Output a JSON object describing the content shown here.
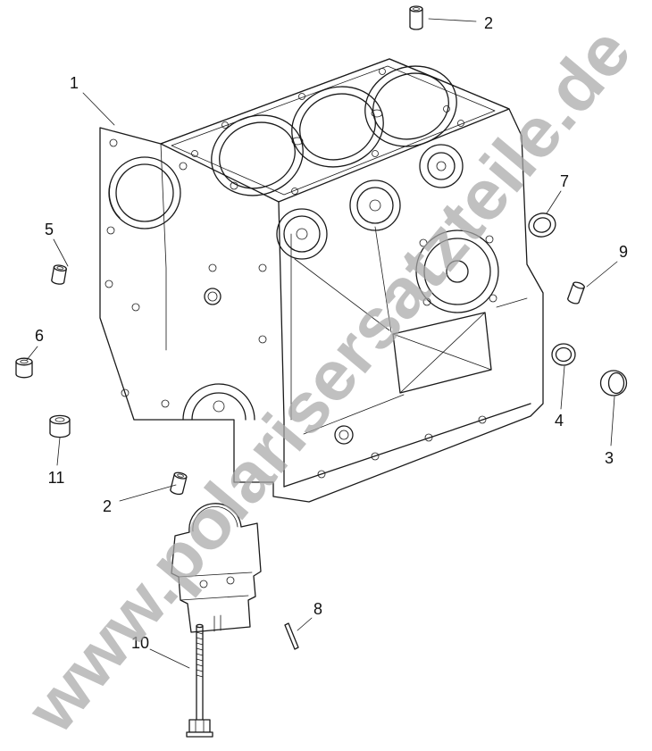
{
  "watermark": {
    "text": "www.polarisersatzteile.de",
    "color": "#a9a9a9"
  },
  "diagram": {
    "subject": "engine-block-exploded-view",
    "line_color": "#1a1a1a",
    "background_color": "#ffffff",
    "callouts": [
      {
        "id": "1",
        "label": "1"
      },
      {
        "id": "2-top",
        "label": "2"
      },
      {
        "id": "5",
        "label": "5"
      },
      {
        "id": "6",
        "label": "6"
      },
      {
        "id": "7",
        "label": "7"
      },
      {
        "id": "9",
        "label": "9"
      },
      {
        "id": "4",
        "label": "4"
      },
      {
        "id": "3",
        "label": "3"
      },
      {
        "id": "11",
        "label": "11"
      },
      {
        "id": "2-bottom",
        "label": "2"
      },
      {
        "id": "8",
        "label": "8"
      },
      {
        "id": "10",
        "label": "10"
      }
    ]
  }
}
